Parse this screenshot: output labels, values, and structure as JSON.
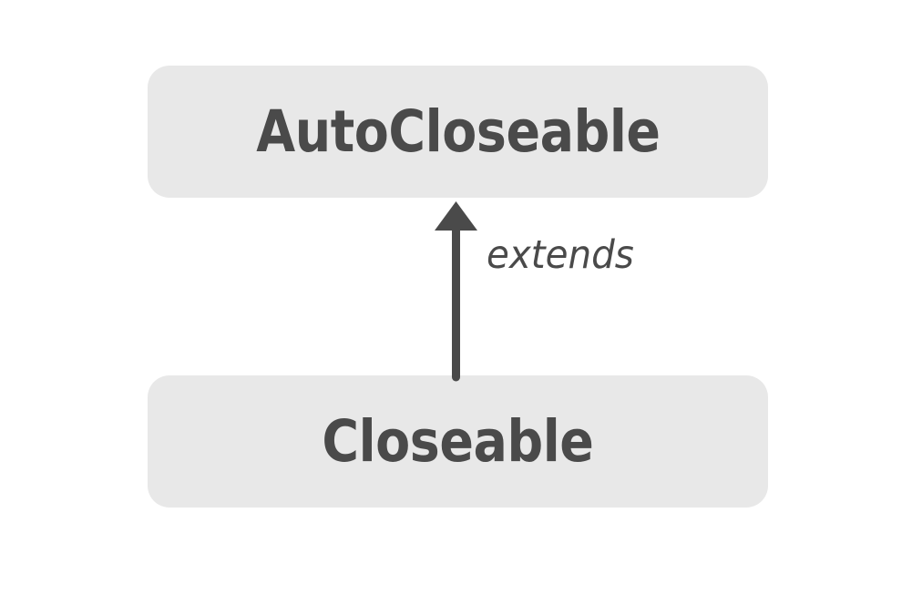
{
  "diagram": {
    "type": "uml-class-hierarchy",
    "background_color": "#ffffff",
    "node_fill_color": "#e8e8e8",
    "text_color": "#4a4a4a",
    "connector_color": "#4a4a4a",
    "nodes": [
      {
        "id": "autocloseable",
        "label": "AutoCloseable",
        "role": "supertype",
        "position": "top"
      },
      {
        "id": "closeable",
        "label": "Closeable",
        "role": "subtype",
        "position": "bottom"
      }
    ],
    "edges": [
      {
        "id": "closeable-extends-autocloseable",
        "label": "extends",
        "from": "closeable",
        "to": "autocloseable",
        "direction": "upward",
        "arrowhead": "solid-triangle",
        "style": "solid"
      }
    ]
  }
}
